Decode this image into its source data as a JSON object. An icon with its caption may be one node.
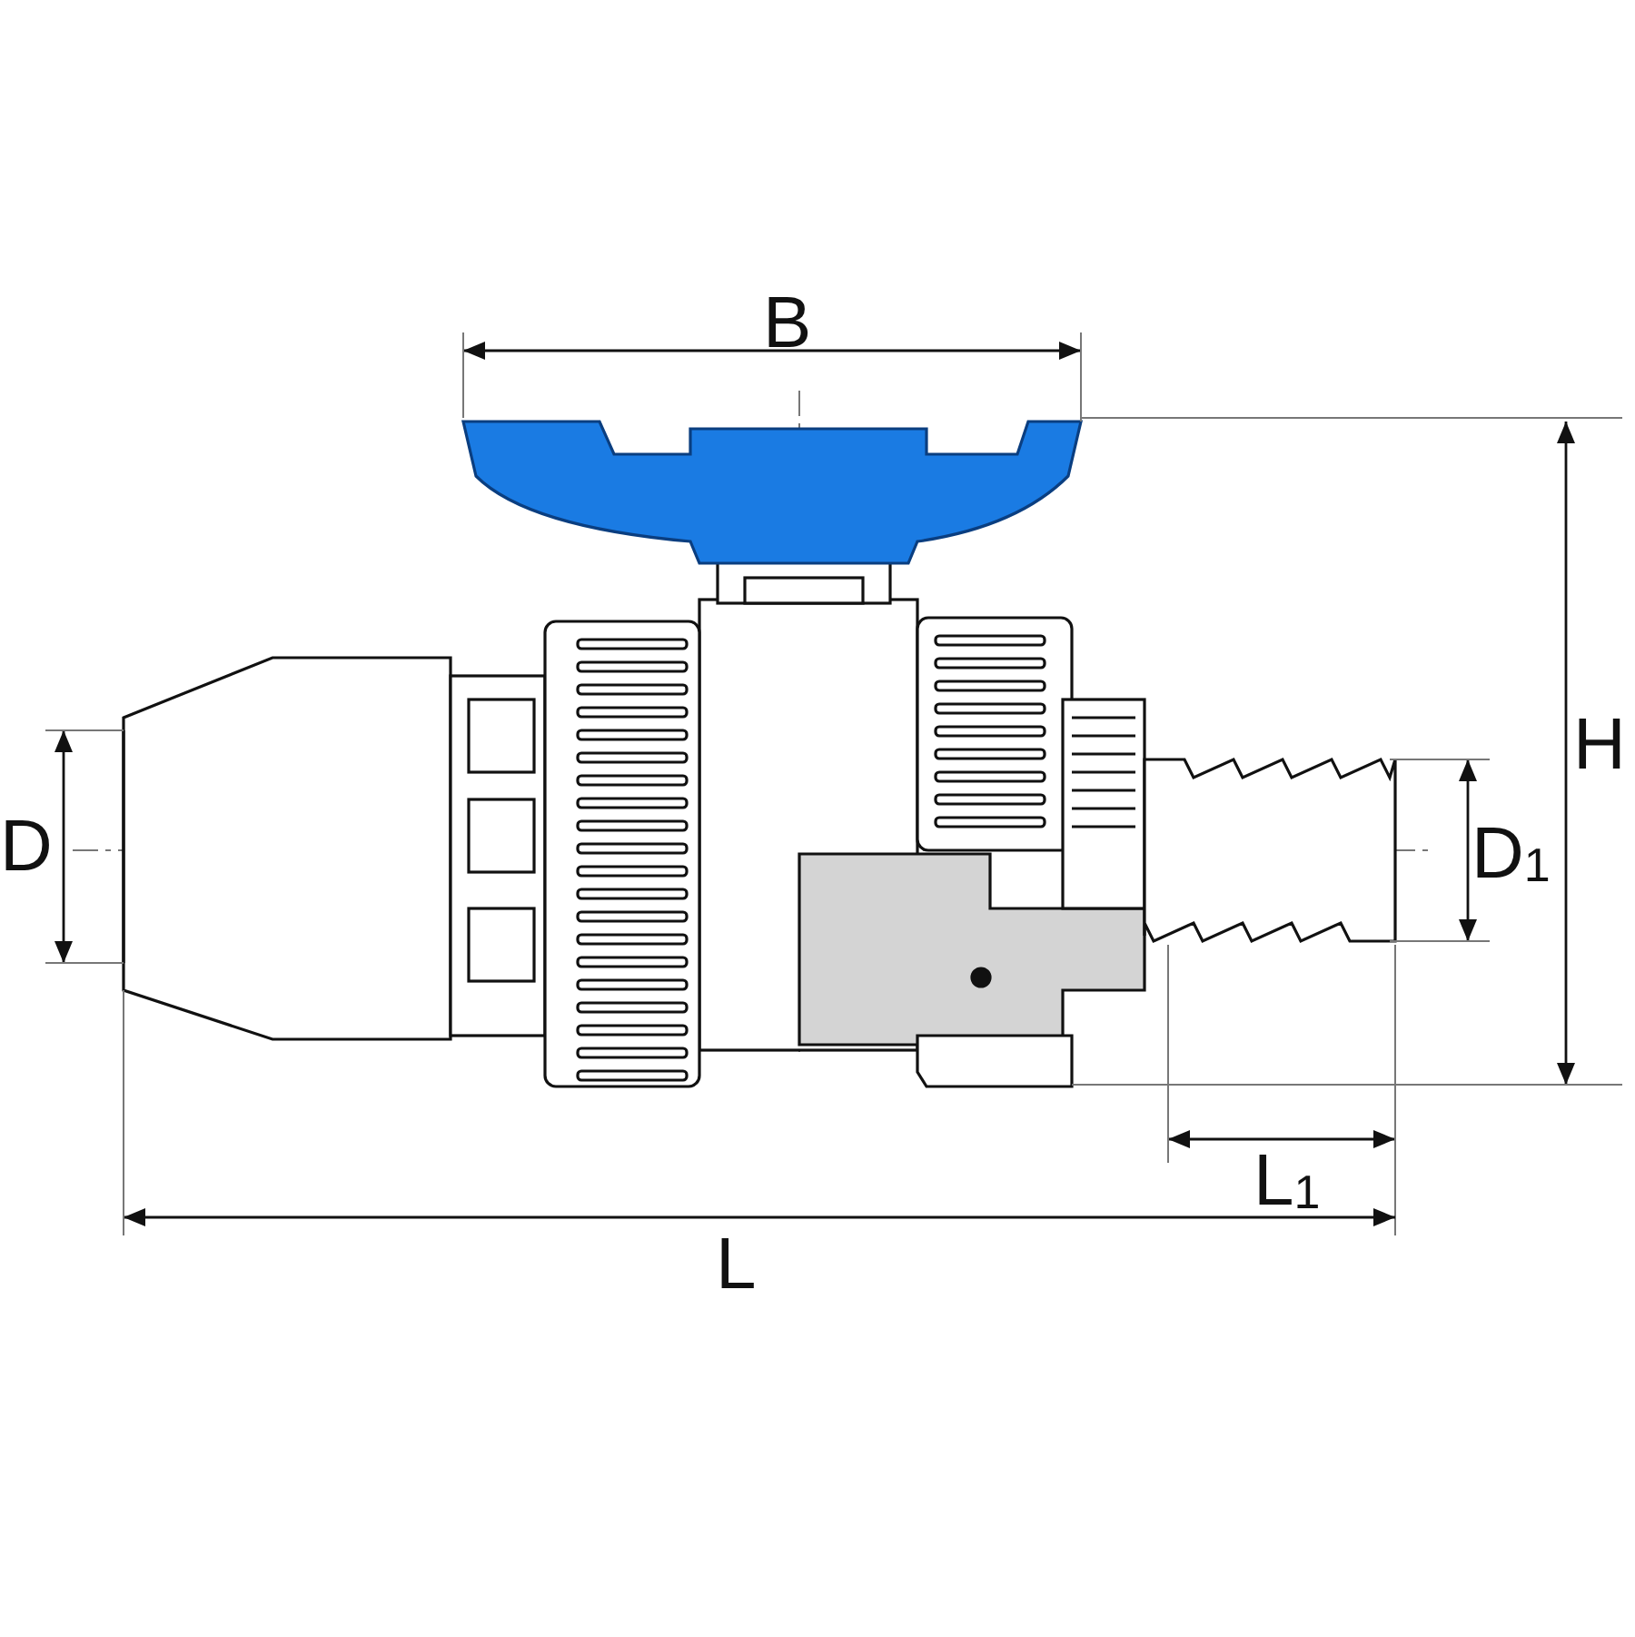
{
  "diagram": {
    "labels": [
      "B",
      "H",
      "D",
      "D$_{1}$",
      "L$_{1}$",
      "L"
    ]
  }
}
